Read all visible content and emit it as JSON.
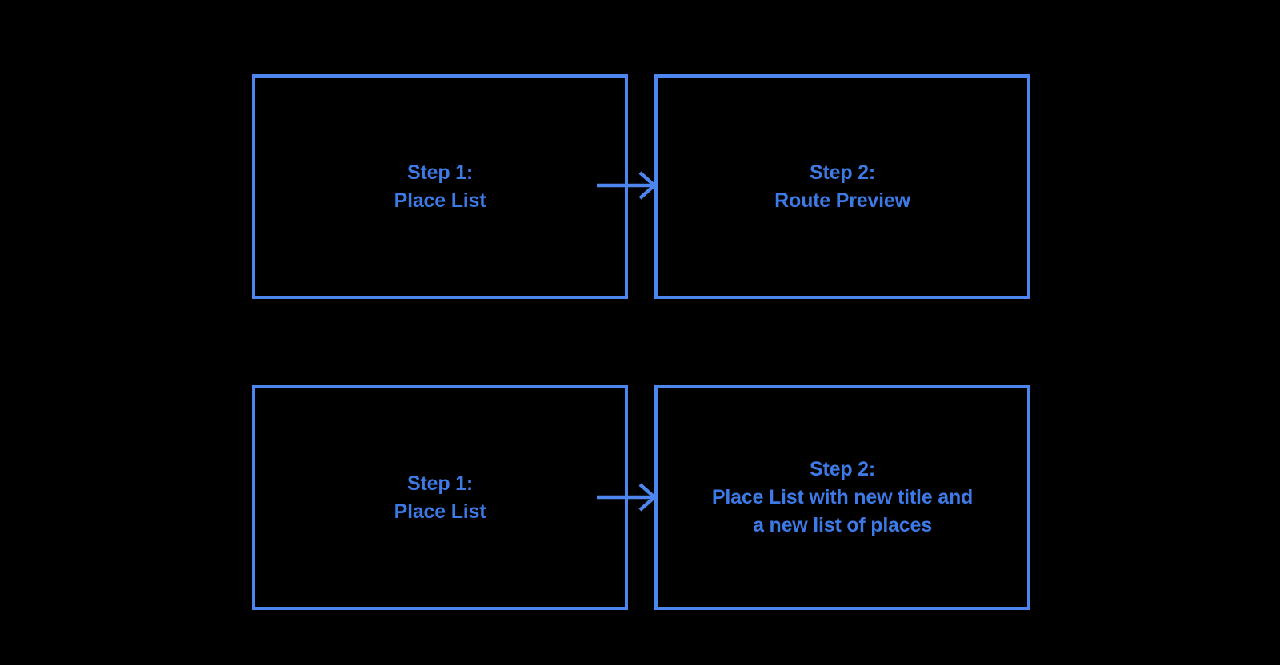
{
  "colors": {
    "background": "#000000",
    "box_border": "#4e86ef",
    "arrow": "#4e86ef",
    "text": "#3d7ae6"
  },
  "diagram": {
    "rows": [
      {
        "from": {
          "lines": [
            "Step 1:",
            "Place List"
          ]
        },
        "to": {
          "lines": [
            "Step 2:",
            "Route Preview"
          ]
        }
      },
      {
        "from": {
          "lines": [
            "Step 1:",
            "Place List"
          ]
        },
        "to": {
          "lines": [
            "Step 2:",
            "Place List with new title and",
            "a new list of places"
          ]
        }
      }
    ],
    "arrows": [
      {
        "from": "step-1-place-list-row-1",
        "to": "step-2-route-preview"
      },
      {
        "from": "step-1-place-list-row-2",
        "to": "step-2-place-list-new-title"
      }
    ]
  }
}
